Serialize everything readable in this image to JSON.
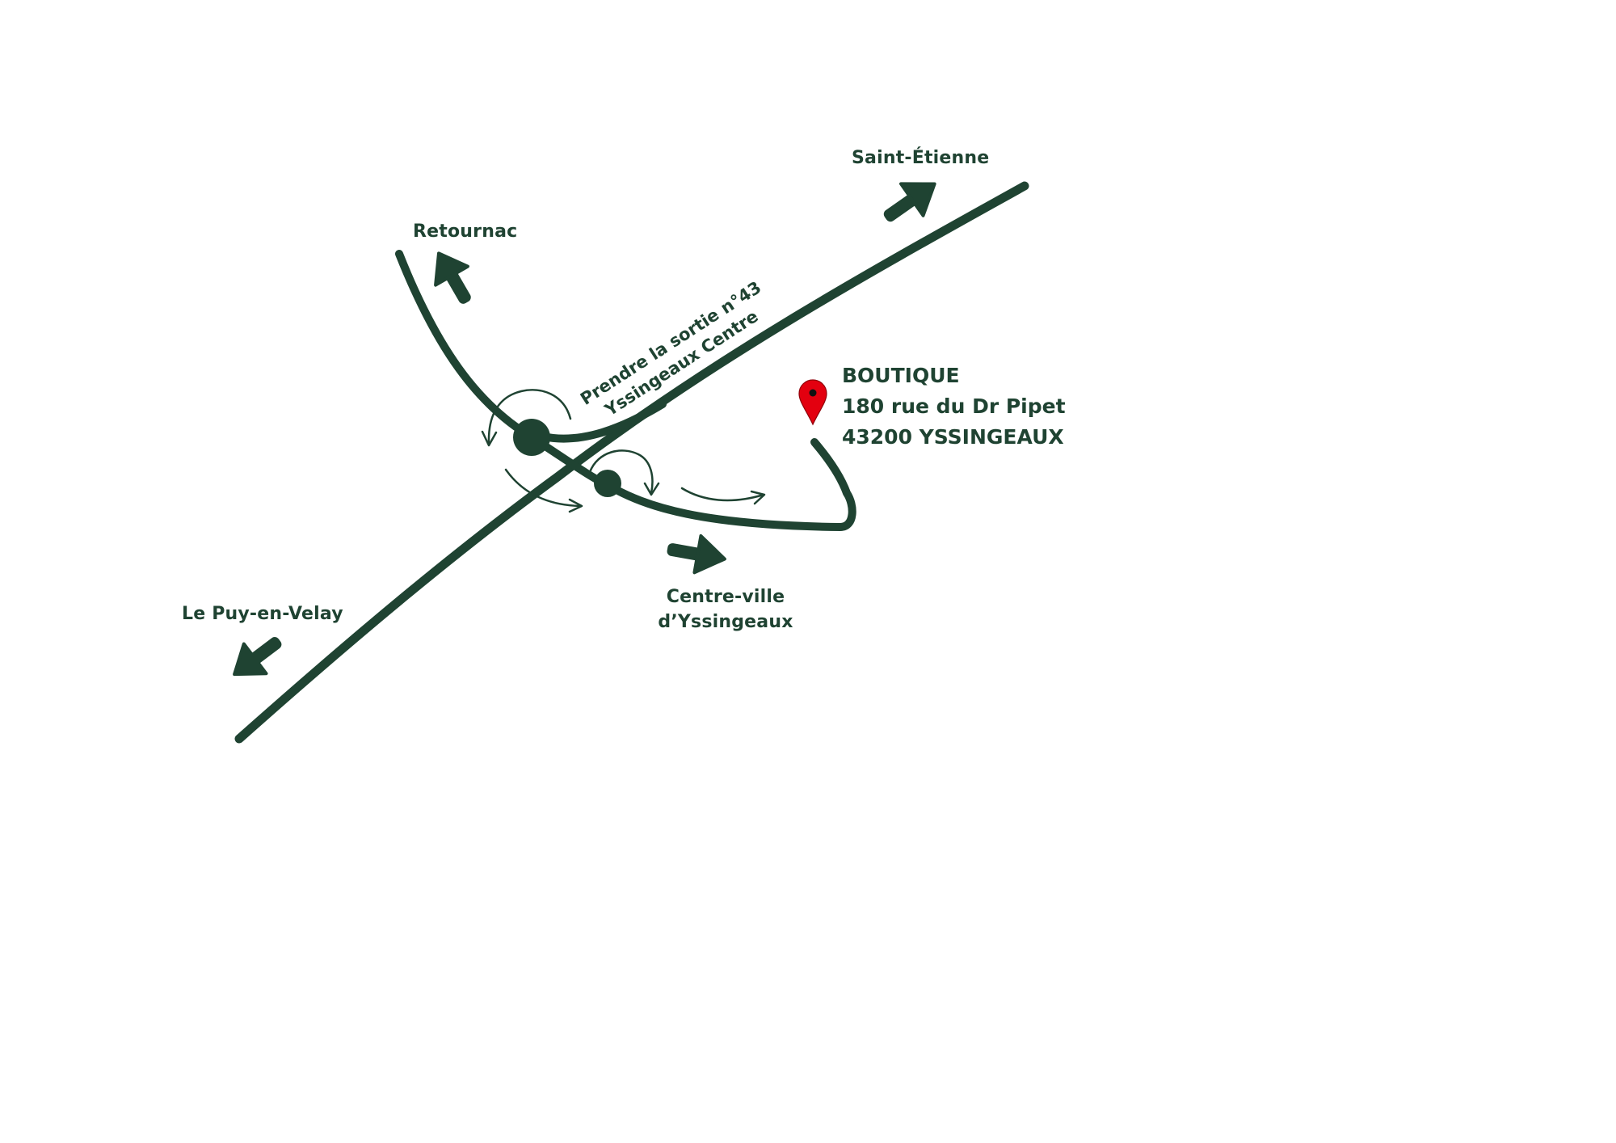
{
  "destinations": {
    "saint_etienne": "Saint-Étienne",
    "retournac": "Retournac",
    "le_puy": "Le Puy-en-Velay",
    "centre_ville_line1": "Centre-ville",
    "centre_ville_line2": "d’Yssingeaux"
  },
  "exit_instruction": {
    "line1": "Prendre la sortie n°43",
    "line2": "Yssingeaux Centre"
  },
  "shop": {
    "name": "BOUTIQUE",
    "street": "180 rue du Dr Pipet",
    "city": "43200 YSSINGEAUX"
  },
  "colors": {
    "road": "#1f4332",
    "pin": "#e3000f",
    "background": "#ffffff"
  },
  "icons": {
    "shop_marker": "map-pin-icon",
    "direction": "direction-arrow-icon",
    "roundabout": "roundabout-icon"
  }
}
